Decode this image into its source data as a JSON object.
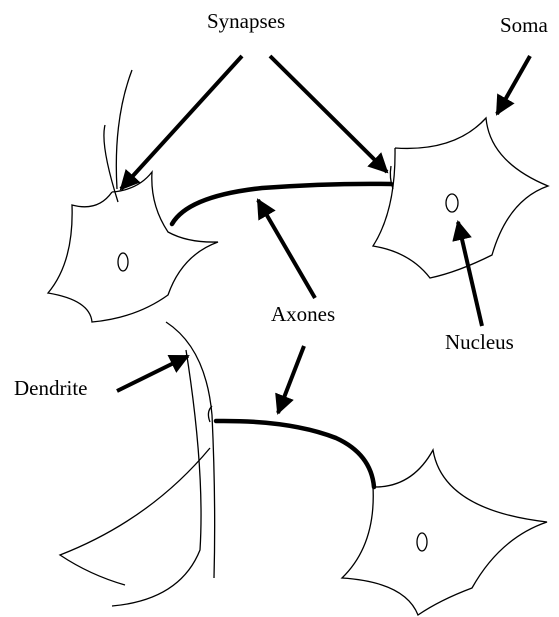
{
  "diagram": {
    "labels": {
      "synapses": "Synapses",
      "soma": "Soma",
      "axones": "Axones",
      "nucleus": "Nucleus",
      "dendrite": "Dendrite"
    },
    "colors": {
      "ink": "#000000",
      "background": "#ffffff"
    }
  }
}
